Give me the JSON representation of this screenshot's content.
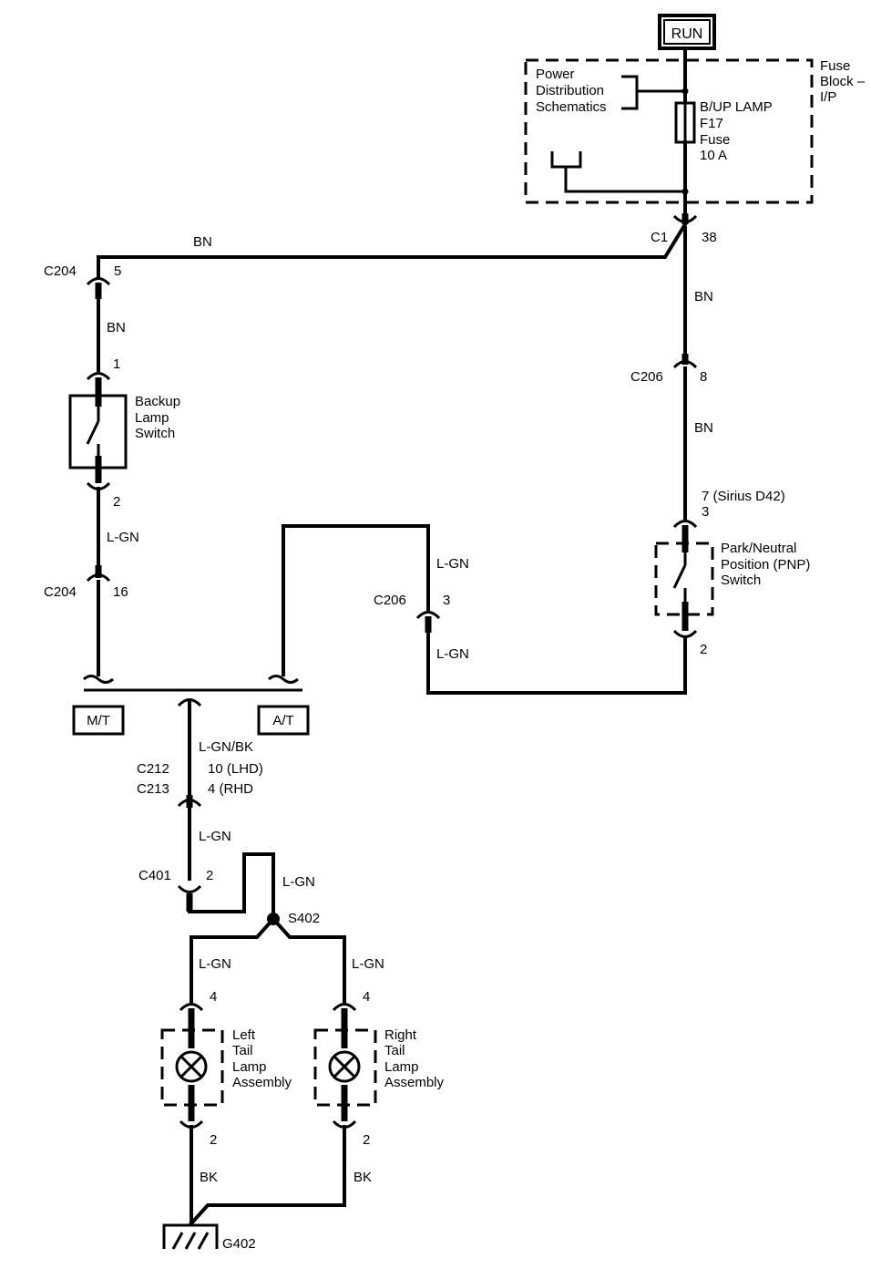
{
  "run_label": "RUN",
  "fuse_block": {
    "line1": "Fuse",
    "line2": "Block –",
    "line3": "I/P"
  },
  "power_dist": {
    "line1": "Power",
    "line2": "Distribution",
    "line3": "Schematics"
  },
  "fuse": {
    "line1": "B/UP LAMP",
    "line2": "F17",
    "line3": "Fuse",
    "line4": "10 A"
  },
  "c1": {
    "connector": "C1",
    "pin": "38"
  },
  "wire_bn_top": "BN",
  "wire_bn_right1": "BN",
  "wire_bn_right2": "BN",
  "c204_top": {
    "connector": "C204",
    "pin": "5"
  },
  "wire_bn_left": "BN",
  "backup_switch": {
    "pin_top": "1",
    "line1": "Backup",
    "line2": "Lamp",
    "line3": "Switch",
    "pin_bottom": "2"
  },
  "wire_lgn_left": "L-GN",
  "c204_bottom": {
    "connector": "C204",
    "pin": "16"
  },
  "c206_top": {
    "connector": "C206",
    "pin": "8"
  },
  "pnp_switch": {
    "pin_top_line1": "7 (Sirius D42)",
    "pin_top_line2": "3",
    "line1": "Park/Neutral",
    "line2": "Position (PNP)",
    "line3": "Switch",
    "pin_bottom": "2"
  },
  "wire_lgn_mid1": "L-GN",
  "c206_mid": {
    "connector": "C206",
    "pin": "3"
  },
  "wire_lgn_mid2": "L-GN",
  "mt_label": "M/T",
  "at_label": "A/T",
  "wire_lgn_bk": "L-GN/BK",
  "c212": {
    "connector": "C212",
    "pin": "10 (LHD)"
  },
  "c213": {
    "connector": "C213",
    "pin": "4 (RHD"
  },
  "wire_lgn_c401": "L-GN",
  "c401": {
    "connector": "C401",
    "pin": "2"
  },
  "wire_lgn_s402": "L-GN",
  "s402": "S402",
  "wire_lgn_left_lamp": "L-GN",
  "wire_lgn_right_lamp": "L-GN",
  "left_lamp": {
    "pin_top": "4",
    "line1": "Left",
    "line2": "Tail",
    "line3": "Lamp",
    "line4": "Assembly",
    "pin_bottom": "2"
  },
  "right_lamp": {
    "pin_top": "4",
    "line1": "Right",
    "line2": "Tail",
    "line3": "Lamp",
    "line4": "Assembly",
    "pin_bottom": "2"
  },
  "wire_bk_left": "BK",
  "wire_bk_right": "BK",
  "ground": "G402"
}
